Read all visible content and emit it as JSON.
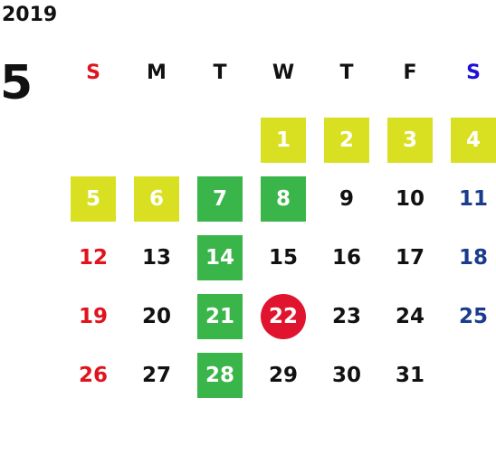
{
  "calendar": {
    "year": "2019",
    "month": "5",
    "weekdays": [
      "S",
      "M",
      "T",
      "W",
      "T",
      "F",
      "S"
    ],
    "colors": {
      "sunday": "#e0141e",
      "saturday_header": "#1a10d8",
      "saturday_day": "#1a3c8c",
      "highlight_yellow": "#d9e021",
      "highlight_green": "#3ab54a",
      "today": "#e0142e"
    },
    "first_weekday_index": 3,
    "days": [
      {
        "label": "1",
        "style": "hl-yellow"
      },
      {
        "label": "2",
        "style": "hl-yellow"
      },
      {
        "label": "3",
        "style": "hl-yellow"
      },
      {
        "label": "4",
        "style": "hl-yellow"
      },
      {
        "label": "5",
        "style": "hl-yellow"
      },
      {
        "label": "6",
        "style": "hl-yellow"
      },
      {
        "label": "7",
        "style": "hl-green"
      },
      {
        "label": "8",
        "style": "hl-green"
      },
      {
        "label": "9",
        "style": ""
      },
      {
        "label": "10",
        "style": ""
      },
      {
        "label": "11",
        "style": ""
      },
      {
        "label": "12",
        "style": ""
      },
      {
        "label": "13",
        "style": ""
      },
      {
        "label": "14",
        "style": "hl-green"
      },
      {
        "label": "15",
        "style": ""
      },
      {
        "label": "16",
        "style": ""
      },
      {
        "label": "17",
        "style": ""
      },
      {
        "label": "18",
        "style": ""
      },
      {
        "label": "19",
        "style": ""
      },
      {
        "label": "20",
        "style": ""
      },
      {
        "label": "21",
        "style": "hl-green"
      },
      {
        "label": "22",
        "style": "today"
      },
      {
        "label": "23",
        "style": ""
      },
      {
        "label": "24",
        "style": ""
      },
      {
        "label": "25",
        "style": ""
      },
      {
        "label": "26",
        "style": ""
      },
      {
        "label": "27",
        "style": ""
      },
      {
        "label": "28",
        "style": "hl-green"
      },
      {
        "label": "29",
        "style": ""
      },
      {
        "label": "30",
        "style": ""
      },
      {
        "label": "31",
        "style": ""
      }
    ]
  }
}
